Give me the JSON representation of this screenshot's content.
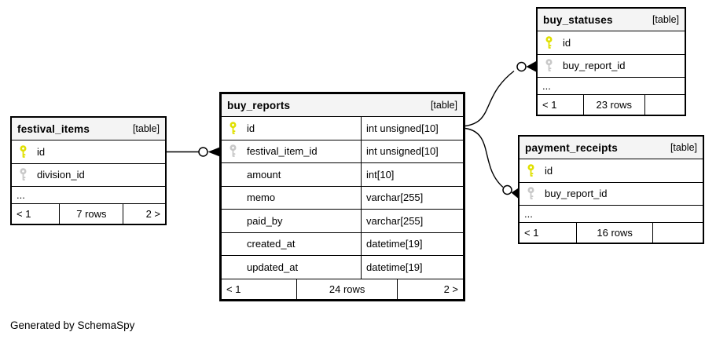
{
  "note": "Generated by SchemaSpy",
  "colors": {
    "pk_key": "#e0e000",
    "fk_key": "#c8c8c8",
    "header_bg": "#f4f4f4",
    "border": "#000000"
  },
  "tables": {
    "festival_items": {
      "name": "festival_items",
      "tag": "[table]",
      "columns": [
        {
          "name": "id",
          "key": "pk"
        },
        {
          "name": "division_id",
          "key": "fk"
        }
      ],
      "ellipsis": "...",
      "pager": {
        "prev": "< 1",
        "count": "7 rows",
        "next": "2 >"
      }
    },
    "buy_reports": {
      "name": "buy_reports",
      "tag": "[table]",
      "columns": [
        {
          "name": "id",
          "key": "pk",
          "type": "int unsigned[10]"
        },
        {
          "name": "festival_item_id",
          "key": "fk",
          "type": "int unsigned[10]"
        },
        {
          "name": "amount",
          "key": "",
          "type": "int[10]"
        },
        {
          "name": "memo",
          "key": "",
          "type": "varchar[255]"
        },
        {
          "name": "paid_by",
          "key": "",
          "type": "varchar[255]"
        },
        {
          "name": "created_at",
          "key": "",
          "type": "datetime[19]"
        },
        {
          "name": "updated_at",
          "key": "",
          "type": "datetime[19]"
        }
      ],
      "pager": {
        "prev": "< 1",
        "count": "24 rows",
        "next": "2 >"
      }
    },
    "buy_statuses": {
      "name": "buy_statuses",
      "tag": "[table]",
      "columns": [
        {
          "name": "id",
          "key": "pk"
        },
        {
          "name": "buy_report_id",
          "key": "fk"
        }
      ],
      "ellipsis": "...",
      "pager": {
        "prev": "< 1",
        "count": "23 rows",
        "next": ""
      }
    },
    "payment_receipts": {
      "name": "payment_receipts",
      "tag": "[table]",
      "columns": [
        {
          "name": "id",
          "key": "pk"
        },
        {
          "name": "buy_report_id",
          "key": "fk"
        }
      ],
      "ellipsis": "...",
      "pager": {
        "prev": "< 1",
        "count": "16 rows",
        "next": ""
      }
    }
  },
  "relationships": [
    {
      "parent": "festival_items.id",
      "child": "buy_reports.festival_item_id"
    },
    {
      "parent": "buy_reports.id",
      "child": "buy_statuses.buy_report_id"
    },
    {
      "parent": "buy_reports.id",
      "child": "payment_receipts.buy_report_id"
    }
  ]
}
